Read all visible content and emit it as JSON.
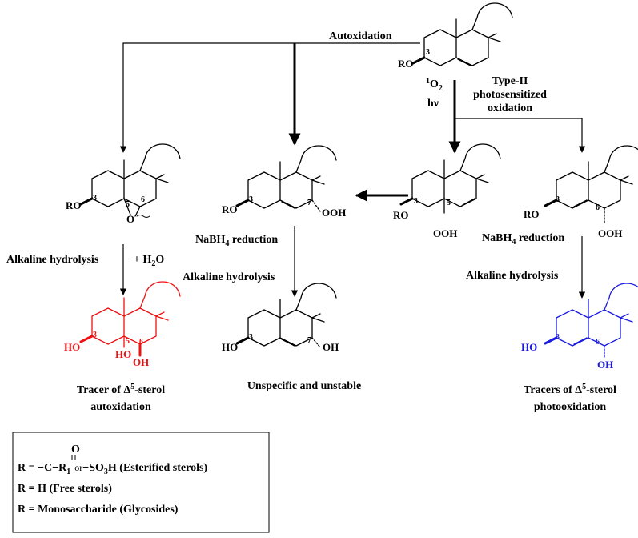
{
  "colors": {
    "black": "#000000",
    "red": "#ee1111",
    "blue": "#1a1adf"
  },
  "pathways": {
    "autoxidation": "Autoxidation",
    "singlet_oxygen": "1O2",
    "singlet_oxygen_base": "O",
    "singlet_oxygen_super": "1",
    "singlet_oxygen_sub": "2",
    "light": "hν",
    "type2_line1": "Type-II",
    "type2_line2": "photosensitized",
    "type2_line3": "oxidation"
  },
  "steps": {
    "alkaline_hydrolysis": "Alkaline hydrolysis",
    "plus_water": "+ H2O",
    "nabh4_reduction": "NaBH4 reduction"
  },
  "atoms": {
    "RO": "RO",
    "HO": "HO",
    "OH": "OH",
    "OOH": "OOH",
    "O": "O"
  },
  "locants": {
    "c3": "3",
    "c5": "5",
    "c6": "6",
    "c7": "7"
  },
  "captions": {
    "tracer_auto_line1": "Tracer of Δ5-sterol",
    "tracer_auto_line2": "autoxidation",
    "unspecific": "Unspecific and unstable",
    "tracer_photo_line1": "Tracers of Δ5-sterol",
    "tracer_photo_line2": "photooxidation"
  },
  "legend": {
    "row1_lhs": "R =",
    "row1_carbonyl_O": "O",
    "row1_acyl": "C",
    "row1_R1": "R1",
    "row1_or": "or",
    "row1_so3h": "SO3H",
    "row1_note": "(Esterified sterols)",
    "row2": "R =   H (Free sterols)",
    "row3": "R = Monosaccharide  (Glycosides)"
  }
}
